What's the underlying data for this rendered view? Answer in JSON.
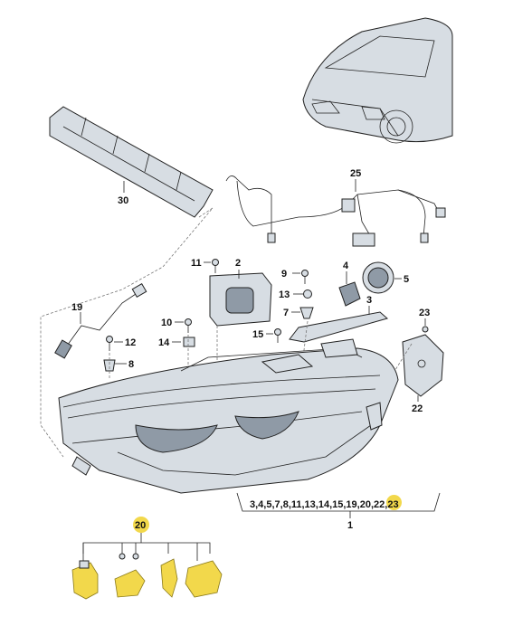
{
  "callouts": {
    "c1": "1",
    "c2": "2",
    "c3": "3",
    "c4": "4",
    "c5": "5",
    "c7": "7",
    "c8": "8",
    "c9": "9",
    "c10": "10",
    "c11": "11",
    "c12": "12",
    "c13": "13",
    "c14": "14",
    "c15": "15",
    "c19": "19",
    "c20_group": "20",
    "c22": "22",
    "c23": "23",
    "c25": "25",
    "c30": "30"
  },
  "assembly_list": {
    "prefix": "3,4,5,7,8,11,13,14,15,19,",
    "highlight": "20",
    "suffix": ",22,23"
  },
  "colors": {
    "highlight": "#f2d84b"
  }
}
